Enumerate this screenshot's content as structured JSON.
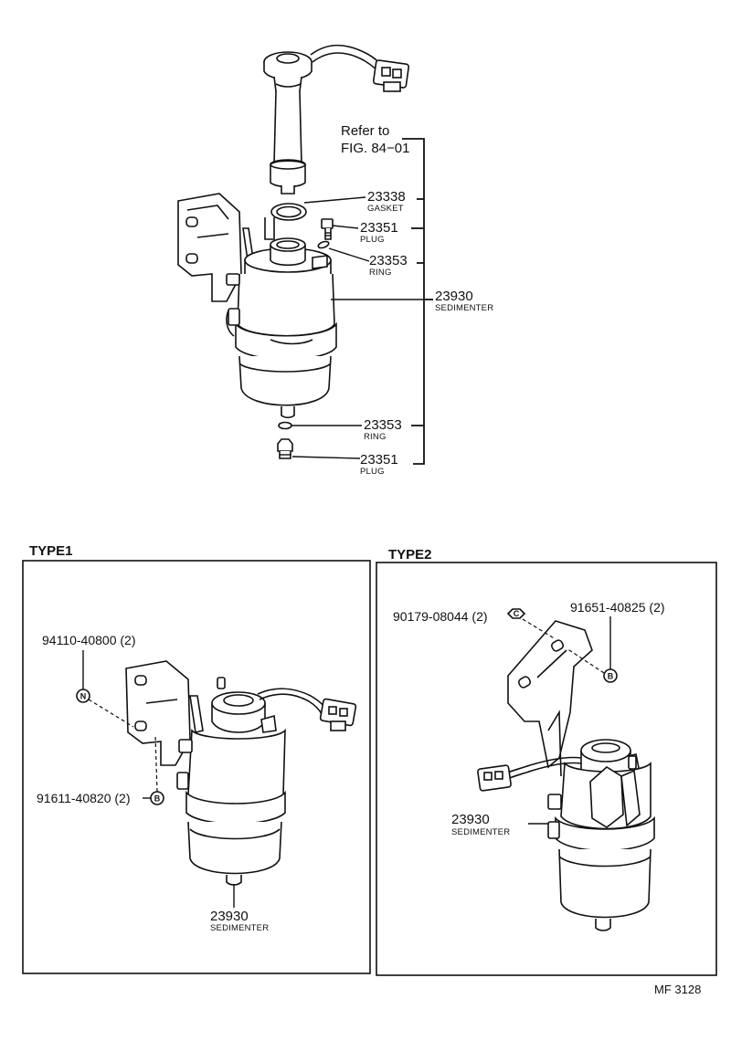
{
  "main": {
    "refer_line1": "Refer to",
    "refer_line2": "FIG. 84−01",
    "callouts": [
      {
        "number": "23338",
        "name": "GASKET"
      },
      {
        "number": "23351",
        "name": "PLUG"
      },
      {
        "number": "23353",
        "name": "RING"
      },
      {
        "number": "23930",
        "name": "SEDIMENTER"
      },
      {
        "number": "23353",
        "name": "RING"
      },
      {
        "number": "23351",
        "name": "PLUG"
      }
    ]
  },
  "type1": {
    "title": "TYPE1",
    "bolt": {
      "part": "94110-40800 (2)",
      "badge": "N"
    },
    "washer": {
      "part": "91611-40820 (2)",
      "badge": "B"
    },
    "sedimenter": {
      "number": "23930",
      "name": "SEDIMENTER"
    }
  },
  "type2": {
    "title": "TYPE2",
    "nut": {
      "part": "90179-08044 (2)",
      "badge": "C"
    },
    "bolt": {
      "part": "91651-40825 (2)",
      "badge": "B"
    },
    "sedimenter": {
      "number": "23930",
      "name": "SEDIMENTER"
    }
  },
  "footer": {
    "code": "MF  3128"
  }
}
